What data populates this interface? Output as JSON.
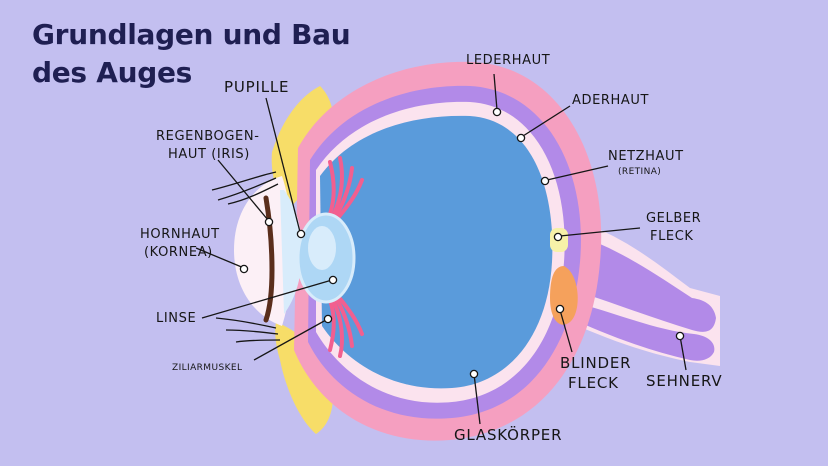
{
  "title": {
    "line1": "Grundlagen und Bau",
    "line2": "des Auges"
  },
  "labels": {
    "lederhaut": "LEDERHAUT",
    "aderhaut": "ADERHAUT",
    "netzhaut": "NETZHAUT",
    "netzhaut_sub": "(RETINA)",
    "gelber_1": "GELBER",
    "gelber_2": "FLECK",
    "pupille": "PUPILLE",
    "regenbogen_1": "REGENBOGEN-",
    "regenbogen_2": "HAUT (IRIS)",
    "hornhaut_1": "HORNHAUT",
    "hornhaut_2": "(KORNEA)",
    "linse": "LINSE",
    "ziliarmuskel": "ZILIARMUSKEL",
    "blinder_1": "BLINDER",
    "blinder_2": "FLECK",
    "sehnerv": "SEHNERV",
    "glaskoerper": "GLASKÖRPER"
  },
  "colors": {
    "background": "#c3bff0",
    "title": "#1f1f52",
    "lederhaut": "#f59fc0",
    "aderhaut": "#b28ae8",
    "netzhaut": "#fbe3ee",
    "glaskoerper": "#5a9bdb",
    "lid": "#f7dd68",
    "cornea": "#fcf0f6",
    "iris": "#5a2e1c",
    "lens": "#aed7f5",
    "ciliary": "#f25f8f",
    "yellow_spot": "#f7f1a8",
    "blind_spot": "#f5a15c",
    "optic_nerve": "#b28ae8"
  }
}
